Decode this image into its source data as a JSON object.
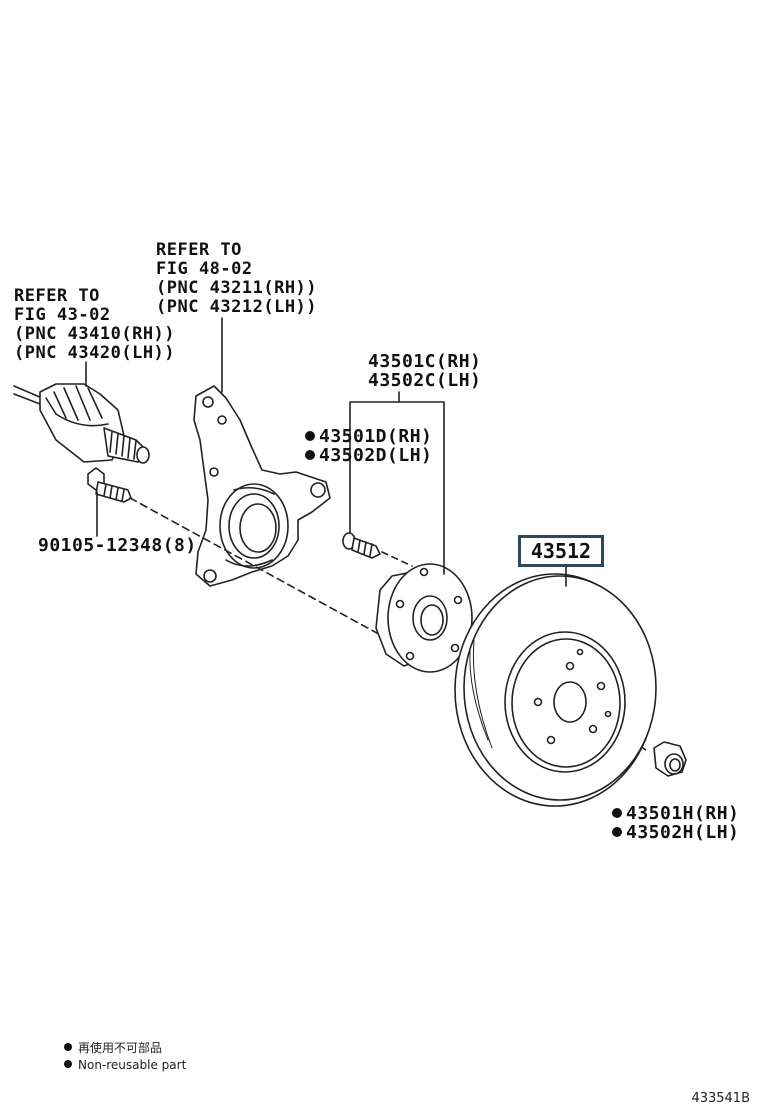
{
  "labels": {
    "drive_shaft_ref": [
      "REFER TO",
      "FIG 43-02",
      "(PNC 43410(RH))",
      "(PNC 43420(LH))"
    ],
    "knuckle_ref": [
      "REFER TO",
      "FIG 48-02",
      "(PNC 43211(RH))",
      "(PNC 43212(LH))"
    ],
    "hub_assembly": [
      "43501C(RH)",
      "43502C(LH)"
    ],
    "hub_bolt": [
      "43501D(RH)",
      "43502D(LH)"
    ],
    "knuckle_bolt": "90105-12348(8)",
    "disc_rotor": "43512",
    "hub_nut": [
      "43501H(RH)",
      "43502H(LH)"
    ]
  },
  "legend": {
    "cn": "再使用不可部品",
    "en": "Non-reusable part"
  },
  "figure_id": "433541B"
}
